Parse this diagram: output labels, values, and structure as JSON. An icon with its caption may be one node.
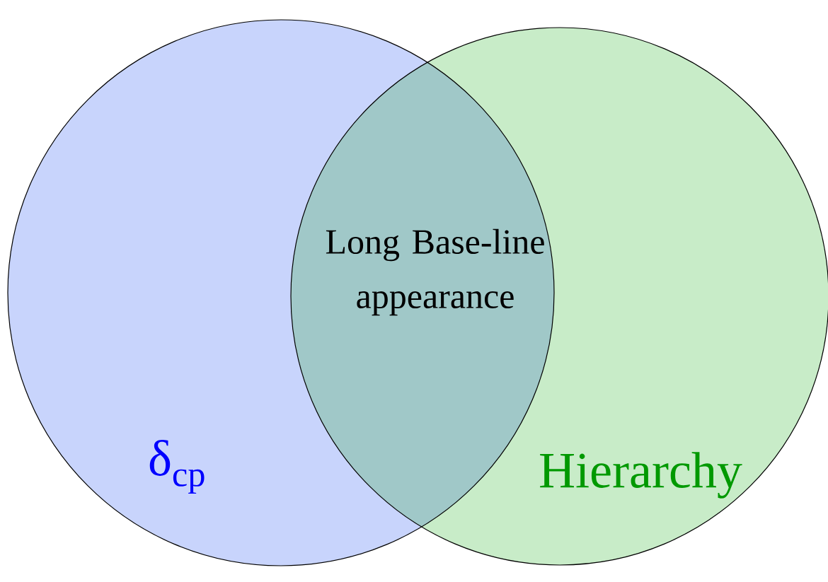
{
  "diagram": {
    "nodes": [
      {
        "text": [
          "δ$_{cp}$"
        ]
      },
      {
        "text": [
          "Hierarchy"
        ]
      }
    ],
    "labels": [
      "Long Base-line appearance"
    ]
  }
}
